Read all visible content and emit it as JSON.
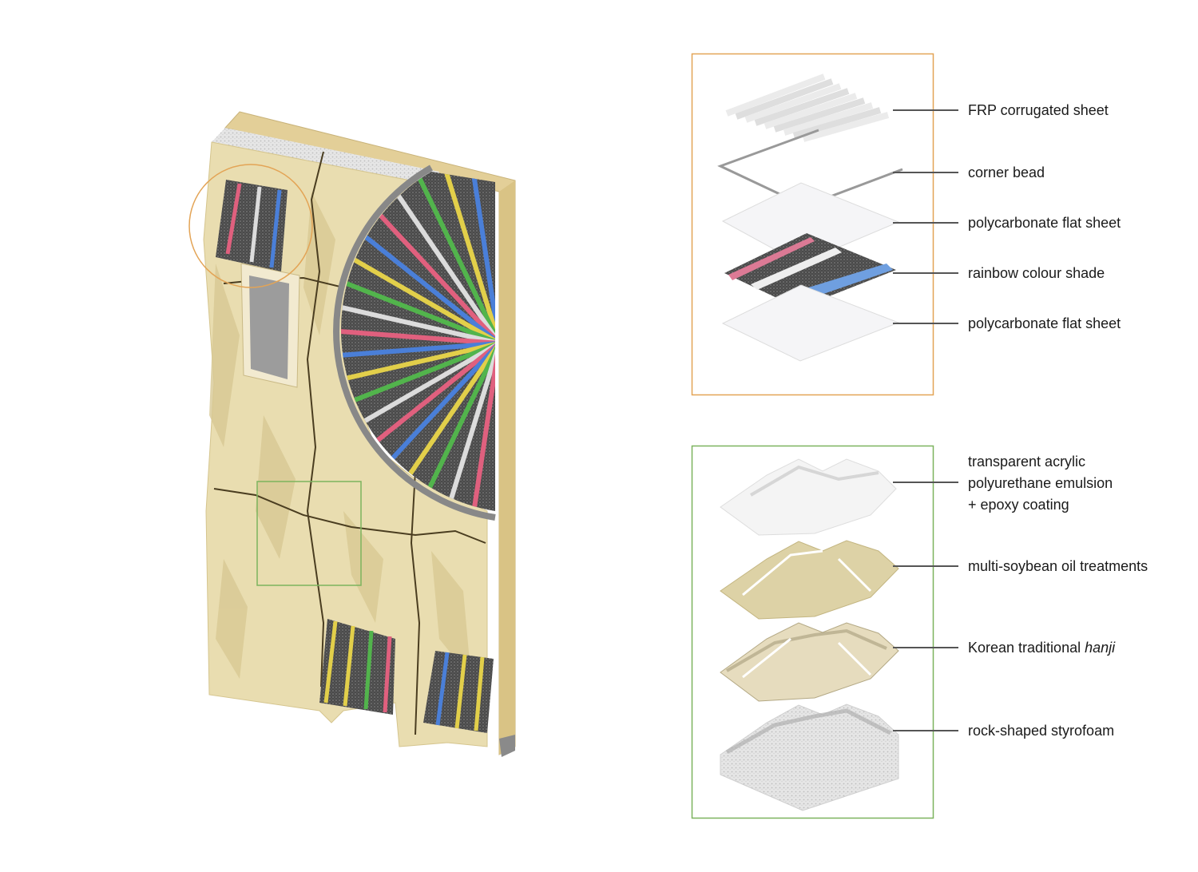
{
  "colors": {
    "frp_frame": "#e3a456",
    "rock_frame": "#7cb35e",
    "rock_beige": "#e9ddb0",
    "wood": "#e3cf98",
    "shade_dark": "#4a4a4a",
    "leader": "#555555"
  },
  "wall": {
    "shade_stripe_colors": [
      "#e0607e",
      "#4a7fd8",
      "#e2cf4a",
      "#52b44c",
      "#dcdcdc"
    ]
  },
  "frp_panel": {
    "labels": [
      {
        "text": "FRP corrugated sheet"
      },
      {
        "text": "corner bead"
      },
      {
        "text": "polycarbonate flat sheet"
      },
      {
        "text": "rainbow colour shade"
      },
      {
        "text": "polycarbonate flat sheet"
      }
    ]
  },
  "rock_panel": {
    "labels": [
      {
        "lines": [
          "transparent acrylic",
          "polyurethane emulsion",
          "+ epoxy coating"
        ]
      },
      {
        "text": "multi-soybean oil treatments"
      },
      {
        "text": "Korean traditional ",
        "italic": "hanji"
      },
      {
        "text": "rock-shaped styrofoam"
      }
    ]
  }
}
